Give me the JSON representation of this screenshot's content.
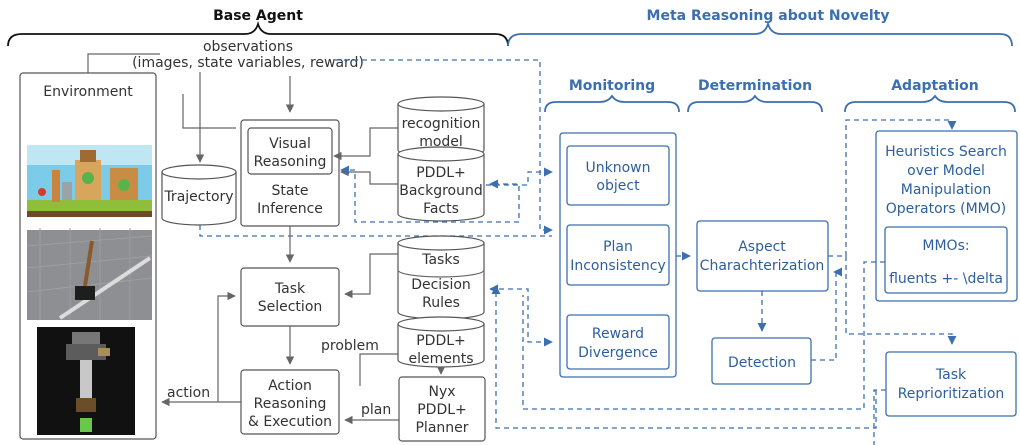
{
  "headers": {
    "base_agent": "Base Agent",
    "meta_reasoning": "Meta Reasoning about Novelty",
    "monitoring": "Monitoring",
    "determination": "Determination",
    "adaptation": "Adaptation"
  },
  "observations": {
    "line1": "observations",
    "line2": "(images, state variables, reward)"
  },
  "environment": {
    "title": "Environment"
  },
  "trajectory": "Trajectory",
  "state_inference": {
    "visual_line1": "Visual",
    "visual_line2": "Reasoning",
    "label_line1": "State",
    "label_line2": "Inference"
  },
  "recognition_model": {
    "line1": "recognition",
    "line2": "model"
  },
  "pddl_background": {
    "line1": "PDDL+",
    "line2": "Background",
    "line3": "Facts"
  },
  "tasks": "Tasks",
  "decision_rules": {
    "line1": "Decision",
    "line2": "Rules"
  },
  "task_selection": {
    "line1": "Task",
    "line2": "Selection"
  },
  "pddl_elements": {
    "line1": "PDDL+",
    "line2": "elements"
  },
  "problem_label": "problem",
  "action_reasoning": {
    "line1": "Action",
    "line2": "Reasoning",
    "line3": "& Execution"
  },
  "action_label": "action",
  "plan_label": "plan",
  "planner": {
    "line1": "Nyx",
    "line2": "PDDL+",
    "line3": "Planner"
  },
  "monitoring_items": {
    "unknown_object": {
      "line1": "Unknown",
      "line2": "object"
    },
    "plan_inconsistency": {
      "line1": "Plan",
      "line2": "Inconsistency"
    },
    "reward_divergence": {
      "line1": "Reward",
      "line2": "Divergence"
    }
  },
  "aspect": {
    "line1": "Aspect",
    "line2": "Charachterization"
  },
  "detection": "Detection",
  "heuristics": {
    "line1": "Heuristics Search",
    "line2": "over Model",
    "line3": "Manipulation",
    "line4": "Operators (MMO)"
  },
  "mmos": {
    "line1": "MMOs:",
    "line2": "fluents +- \\delta"
  },
  "task_reprioritization": {
    "line1": "Task",
    "line2": "Reprioritization"
  },
  "colors": {
    "base_text": "#111111",
    "meta_blue": "#3b6fb0",
    "box_gray": "#555555"
  },
  "images": [
    "angry-birds-game-scene",
    "cartpole-scene",
    "block-tower-scene"
  ]
}
